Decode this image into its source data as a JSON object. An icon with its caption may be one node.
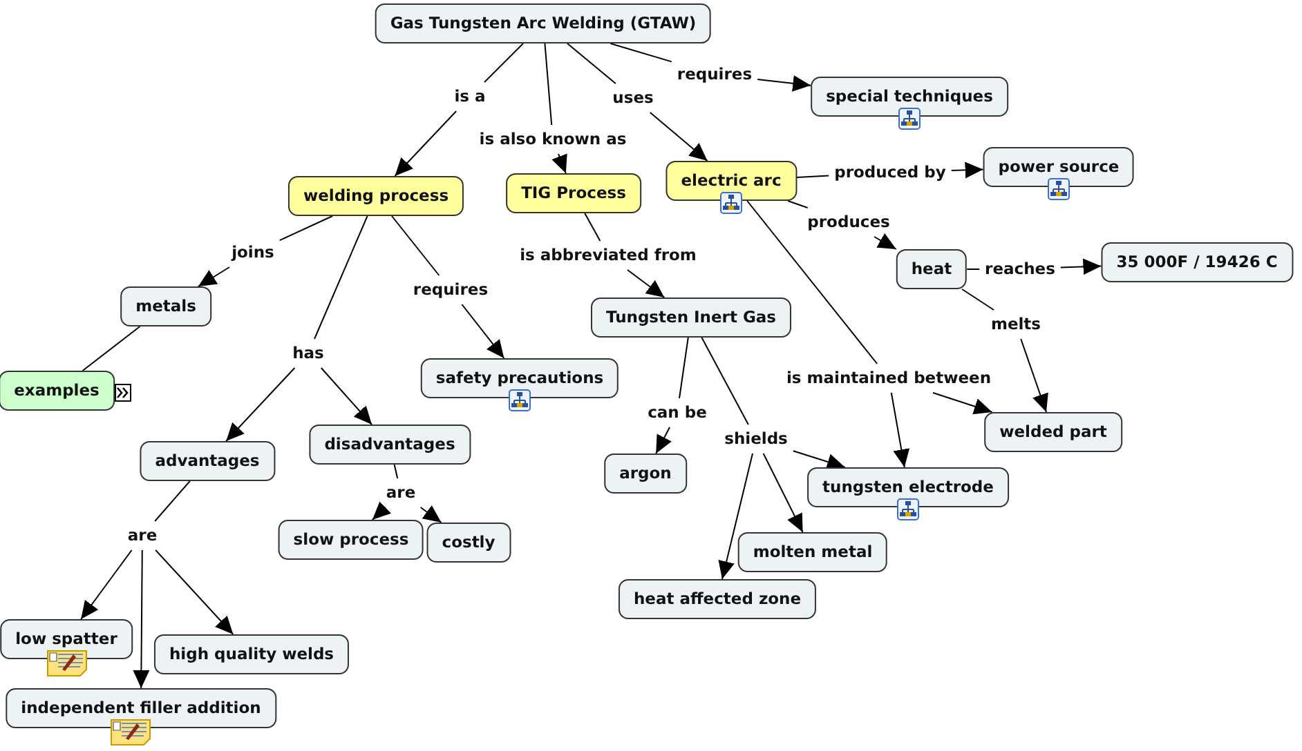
{
  "diagram": {
    "nodes": [
      {
        "text": [
          "Gas Tungsten Arc Welding (GTAW)"
        ]
      },
      {
        "text": [
          "is a"
        ]
      },
      {
        "text": [
          "is also known as"
        ]
      },
      {
        "text": [
          "uses"
        ]
      },
      {
        "text": [
          "requires"
        ]
      },
      {
        "text": [
          "special techniques"
        ]
      },
      {
        "text": [
          "welding process"
        ]
      },
      {
        "text": [
          "TIG Process"
        ]
      },
      {
        "text": [
          "electric arc"
        ]
      },
      {
        "text": [
          "produced by"
        ]
      },
      {
        "text": [
          "power source"
        ]
      },
      {
        "text": [
          "produces"
        ]
      },
      {
        "text": [
          "heat"
        ]
      },
      {
        "text": [
          "reaches"
        ]
      },
      {
        "text": [
          "35 000F / 19426 C"
        ]
      },
      {
        "text": [
          "joins"
        ]
      },
      {
        "text": [
          "metals"
        ]
      },
      {
        "text": [
          "requires"
        ]
      },
      {
        "text": [
          "safety precautions"
        ]
      },
      {
        "text": [
          "is abbreviated from"
        ]
      },
      {
        "text": [
          "Tungsten Inert Gas"
        ]
      },
      {
        "text": [
          "melts"
        ]
      },
      {
        "text": [
          "has"
        ]
      },
      {
        "text": [
          "examples"
        ]
      },
      {
        "text": [
          "is maintained between"
        ]
      },
      {
        "text": [
          "welded part"
        ]
      },
      {
        "text": [
          "can be"
        ]
      },
      {
        "text": [
          "argon"
        ]
      },
      {
        "text": [
          "shields"
        ]
      },
      {
        "text": [
          "tungsten electrode"
        ]
      },
      {
        "text": [
          "advantages"
        ]
      },
      {
        "text": [
          "disadvantages"
        ]
      },
      {
        "text": [
          "are"
        ]
      },
      {
        "text": [
          "slow process"
        ]
      },
      {
        "text": [
          "costly"
        ]
      },
      {
        "text": [
          "are"
        ]
      },
      {
        "text": [
          "molten metal"
        ]
      },
      {
        "text": [
          "heat affected zone"
        ]
      },
      {
        "text": [
          "low spatter"
        ]
      },
      {
        "text": [
          "high quality welds"
        ]
      },
      {
        "text": [
          "independent filler addition"
        ]
      }
    ],
    "edges": [
      {
        "from": 0,
        "to": 1,
        "arrow": "none"
      },
      {
        "from": 1,
        "to": 6,
        "arrow": "to"
      },
      {
        "from": 0,
        "to": 2,
        "arrow": "none"
      },
      {
        "from": 2,
        "to": 7,
        "arrow": "to"
      },
      {
        "from": 0,
        "to": 3,
        "arrow": "none"
      },
      {
        "from": 3,
        "to": 8,
        "arrow": "to"
      },
      {
        "from": 0,
        "to": 4,
        "arrow": "none"
      },
      {
        "from": 4,
        "to": 5,
        "arrow": "to"
      },
      {
        "from": 8,
        "to": 9,
        "arrow": "none"
      },
      {
        "from": 9,
        "to": 10,
        "arrow": "to"
      },
      {
        "from": 8,
        "to": 11,
        "arrow": "none"
      },
      {
        "from": 11,
        "to": 12,
        "arrow": "to"
      },
      {
        "from": 12,
        "to": 13,
        "arrow": "none"
      },
      {
        "from": 13,
        "to": 14,
        "arrow": "to"
      },
      {
        "from": 6,
        "to": 15,
        "arrow": "none"
      },
      {
        "from": 15,
        "to": 16,
        "arrow": "to"
      },
      {
        "from": 6,
        "to": 17,
        "arrow": "none"
      },
      {
        "from": 17,
        "to": 18,
        "arrow": "to"
      },
      {
        "from": 7,
        "to": 19,
        "arrow": "none"
      },
      {
        "from": 19,
        "to": 20,
        "arrow": "to"
      },
      {
        "from": 12,
        "to": 21,
        "arrow": "none"
      },
      {
        "from": 21,
        "to": 25,
        "arrow": "to"
      },
      {
        "from": 6,
        "to": 22,
        "arrow": "none"
      },
      {
        "from": 22,
        "to": 30,
        "arrow": "to"
      },
      {
        "from": 22,
        "to": 31,
        "arrow": "to"
      },
      {
        "from": 16,
        "to": 23,
        "arrow": "none"
      },
      {
        "from": 8,
        "to": 24,
        "arrow": "none"
      },
      {
        "from": 24,
        "to": 29,
        "arrow": "to"
      },
      {
        "from": 24,
        "to": 25,
        "arrow": "to"
      },
      {
        "from": 20,
        "to": 26,
        "arrow": "none"
      },
      {
        "from": 26,
        "to": 27,
        "arrow": "to"
      },
      {
        "from": 20,
        "to": 28,
        "arrow": "none"
      },
      {
        "from": 28,
        "to": 29,
        "arrow": "to"
      },
      {
        "from": 28,
        "to": 36,
        "arrow": "to"
      },
      {
        "from": 28,
        "to": 37,
        "arrow": "to"
      },
      {
        "from": 31,
        "to": 32,
        "arrow": "none"
      },
      {
        "from": 32,
        "to": 33,
        "arrow": "to"
      },
      {
        "from": 32,
        "to": 34,
        "arrow": "to"
      },
      {
        "from": 30,
        "to": 35,
        "arrow": "none"
      },
      {
        "from": 35,
        "to": 38,
        "arrow": "to"
      },
      {
        "from": 35,
        "to": 40,
        "arrow": "to"
      },
      {
        "from": 35,
        "to": 39,
        "arrow": "to"
      }
    ]
  }
}
